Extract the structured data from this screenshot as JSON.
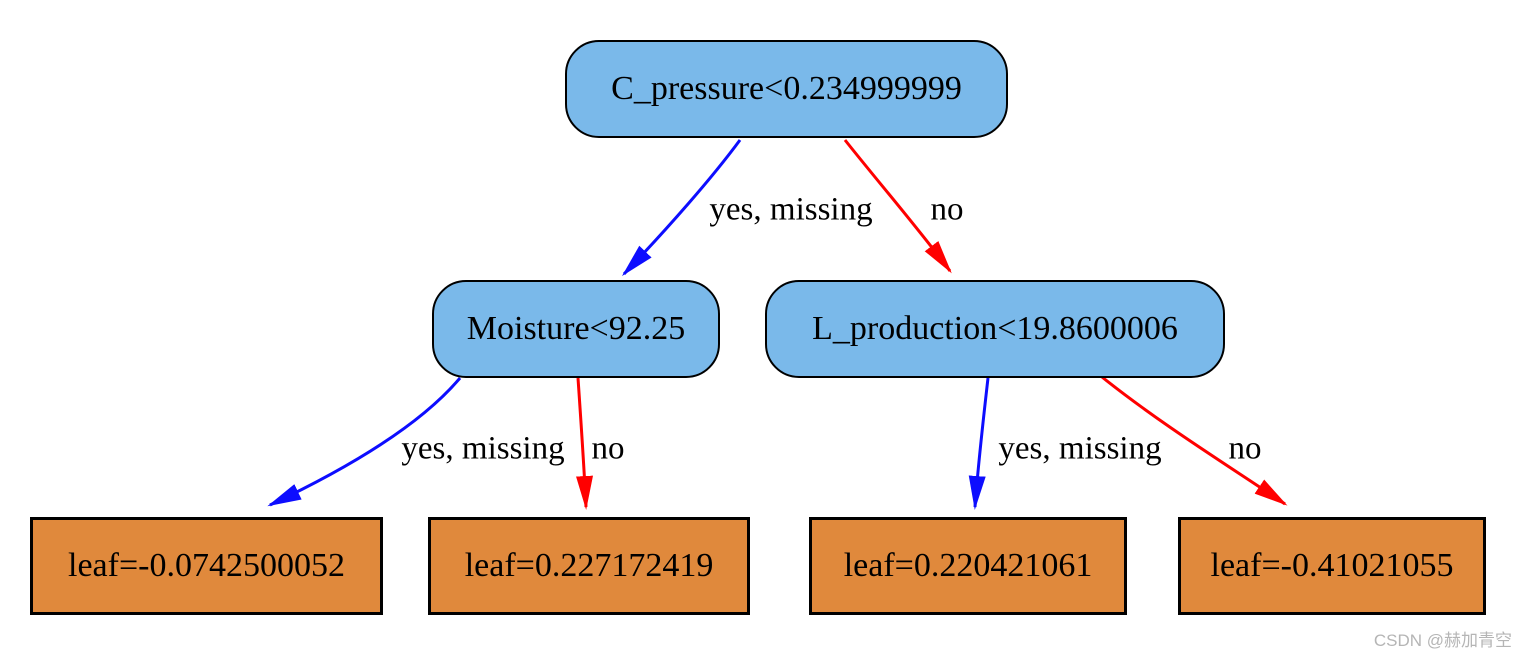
{
  "tree": {
    "root": {
      "label": "C_pressure<0.234999999",
      "type": "split"
    },
    "left": {
      "label": "Moisture<92.25",
      "type": "split"
    },
    "right": {
      "label": "L_production<19.8600006",
      "type": "split"
    },
    "leaf1": {
      "label": "leaf=-0.0742500052",
      "type": "leaf"
    },
    "leaf2": {
      "label": "leaf=0.227172419",
      "type": "leaf"
    },
    "leaf3": {
      "label": "leaf=0.220421061",
      "type": "leaf"
    },
    "leaf4": {
      "label": "leaf=-0.41021055",
      "type": "leaf"
    },
    "edges": {
      "root_yes": {
        "label": "yes, missing",
        "color": "#0d0dff",
        "from": "root",
        "to": "left"
      },
      "root_no": {
        "label": "no",
        "color": "#ff0000",
        "from": "root",
        "to": "right"
      },
      "left_yes": {
        "label": "yes, missing",
        "color": "#0d0dff",
        "from": "left",
        "to": "leaf1"
      },
      "left_no": {
        "label": "no",
        "color": "#ff0000",
        "from": "left",
        "to": "leaf2"
      },
      "right_yes": {
        "label": "yes, missing",
        "color": "#0d0dff",
        "from": "right",
        "to": "leaf3"
      },
      "right_no": {
        "label": "no",
        "color": "#ff0000",
        "from": "right",
        "to": "leaf4"
      }
    }
  },
  "colors": {
    "split_node_fill": "#7ab9ea",
    "leaf_fill": "#e0893c",
    "yes_edge": "#0d0dff",
    "no_edge": "#ff0000",
    "border": "#000000",
    "text": "#000000",
    "watermark": "#b5b5b5"
  },
  "watermark": {
    "text": "CSDN @赫加青空"
  }
}
